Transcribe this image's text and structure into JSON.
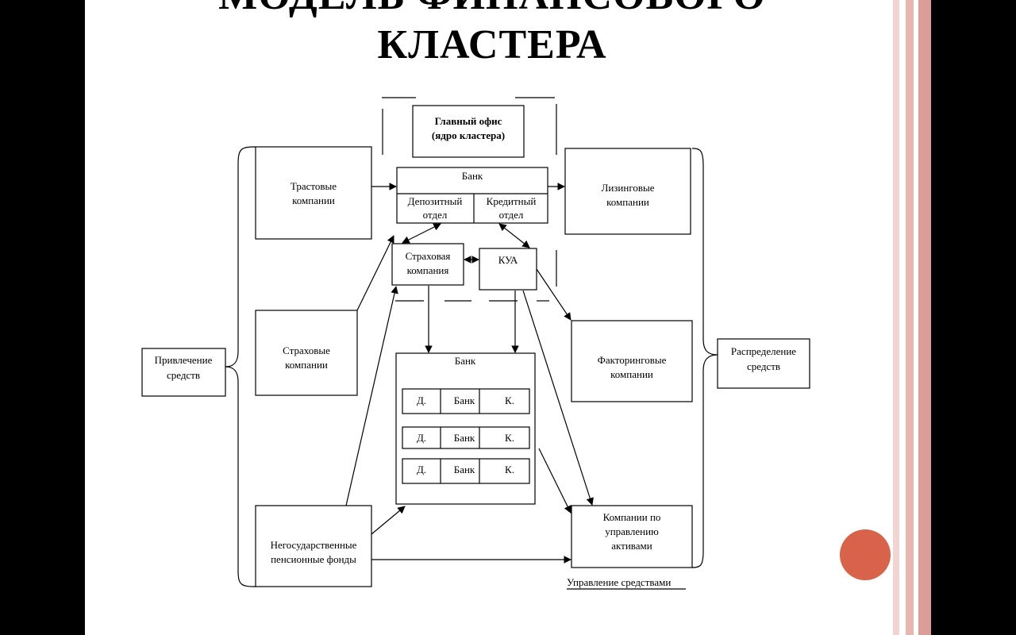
{
  "slide": {
    "title_line1": "МОДЕЛЬ ФИНАНСОВОГО",
    "title_line2": "КЛАСТЕРА",
    "accent_color": "#d8624a",
    "border_colors": [
      "#f3d4d2",
      "#e9b5b1",
      "#dc9c98"
    ]
  },
  "diagram": {
    "head_office": [
      "Главный офис",
      "(ядро кластера)"
    ],
    "bank_top": "Банк",
    "deposit_dept": [
      "Депозитный",
      "отдел"
    ],
    "credit_dept": [
      "Кредитный",
      "отдел"
    ],
    "trust": [
      "Трастовые",
      "компании"
    ],
    "insurance_companies": [
      "Страховые",
      "компании"
    ],
    "pension": [
      "Негосударственные",
      "пенсионные фонды"
    ],
    "attraction": [
      "Привлечение",
      "средств"
    ],
    "leasing": [
      "Лизинговые",
      "компании"
    ],
    "factoring": [
      "Факторинговые",
      "компании"
    ],
    "asset_mgmt": [
      "Компании по",
      "управлению",
      "активами"
    ],
    "distribution": [
      "Распределение",
      "средств"
    ],
    "insurance_company": [
      "Страховая",
      "компания"
    ],
    "kua": "КУА",
    "bank_bottom": "Банк",
    "bank_rows": [
      {
        "d": "Д.",
        "bank": "Банк",
        "k": "К."
      },
      {
        "d": "Д.",
        "bank": "Банк",
        "k": "К."
      },
      {
        "d": "Д.",
        "bank": "Банк",
        "k": "К."
      }
    ],
    "funds_management": "Управление средствами"
  }
}
